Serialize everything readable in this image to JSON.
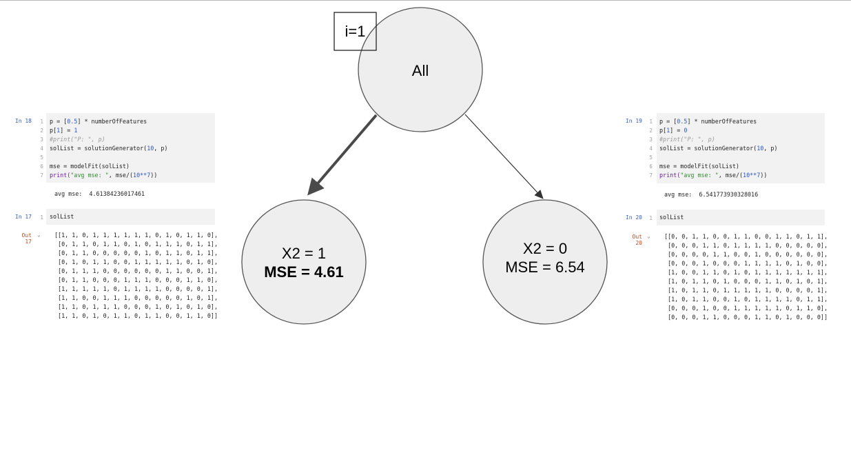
{
  "diagram": {
    "iteration_label": "i=1",
    "root": {
      "label": "All"
    },
    "left_child": {
      "line1": "X2 = 1",
      "line2": "MSE = 4.61"
    },
    "right_child": {
      "line1": "X2 = 0",
      "line2": "MSE = 6.54"
    }
  },
  "left_notebook": {
    "cell1": {
      "prompt": "In 18",
      "line_numbers": [
        "1",
        "2",
        "3",
        "4",
        "5",
        "6",
        "7"
      ],
      "output": "avg mse:  4.61384236017461"
    },
    "cell2": {
      "prompt": "In 17",
      "line_number": "1",
      "code": "solList"
    },
    "out": {
      "prompt": "Out 17",
      "rows": [
        "[[1, 1, 0, 1, 1, 1, 1, 1, 1, 0, 1, 0, 1, 1, 0],",
        " [0, 1, 1, 0, 1, 1, 0, 1, 0, 1, 1, 1, 0, 1, 1],",
        " [0, 1, 1, 0, 0, 0, 0, 0, 1, 0, 1, 1, 0, 1, 1],",
        " [0, 1, 0, 1, 1, 0, 0, 1, 1, 1, 1, 1, 0, 1, 0],",
        " [0, 1, 1, 1, 0, 0, 0, 0, 0, 0, 1, 1, 0, 0, 1],",
        " [0, 1, 1, 0, 0, 0, 1, 1, 1, 0, 0, 0, 1, 1, 0],",
        " [1, 1, 1, 1, 1, 0, 1, 1, 1, 1, 0, 0, 0, 0, 1],",
        " [1, 1, 0, 0, 1, 1, 1, 0, 0, 0, 0, 0, 1, 0, 1],",
        " [1, 1, 0, 1, 1, 1, 0, 0, 0, 1, 0, 1, 0, 1, 0],",
        " [1, 1, 0, 1, 0, 1, 1, 0, 1, 1, 0, 0, 1, 1, 0]]"
      ]
    }
  },
  "right_notebook": {
    "cell1": {
      "prompt": "In 19",
      "line_numbers": [
        "1",
        "2",
        "3",
        "4",
        "5",
        "6",
        "7"
      ],
      "output": "avg mse:  6.541773930328016"
    },
    "cell2": {
      "prompt": "In 20",
      "line_number": "1",
      "code": "solList"
    },
    "out": {
      "prompt": "Out 20",
      "rows": [
        "[[0, 0, 1, 1, 0, 0, 1, 1, 0, 0, 1, 1, 0, 1, 1],",
        " [0, 0, 0, 1, 1, 0, 1, 1, 1, 1, 0, 0, 0, 0, 0],",
        " [0, 0, 0, 0, 1, 1, 0, 0, 1, 0, 0, 0, 0, 0, 0],",
        " [0, 0, 0, 1, 0, 0, 0, 1, 1, 1, 1, 0, 1, 0, 0],",
        " [1, 0, 0, 1, 1, 0, 1, 0, 1, 1, 1, 1, 1, 1, 1],",
        " [1, 0, 1, 1, 0, 1, 0, 0, 0, 1, 1, 0, 1, 0, 1],",
        " [1, 0, 1, 1, 0, 1, 1, 1, 1, 1, 0, 0, 0, 0, 1],",
        " [1, 0, 1, 1, 0, 0, 1, 0, 1, 1, 1, 1, 0, 1, 1],",
        " [0, 0, 0, 1, 0, 0, 1, 1, 1, 1, 1, 0, 1, 1, 0],",
        " [0, 0, 0, 1, 1, 0, 0, 0, 1, 1, 0, 1, 0, 0, 0]]"
      ]
    }
  },
  "code_text": {
    "left": {
      "l1a": "p = [",
      "l1n": "0.5",
      "l1b": "] * numberOfFeatures",
      "l2a": "p[",
      "l2n1": "1",
      "l2b": "] = ",
      "l2n2": "1",
      "l3": "#print(\"P: \", p)",
      "l4a": "solList = solutionGenerator(",
      "l4n": "10",
      "l4b": ", p)",
      "l6": "mse = modelFit(solList)",
      "l7a": "print(",
      "l7s": "\"avg mse: \"",
      "l7b": ", mse/(",
      "l7n": "10**7",
      "l7c": "))"
    },
    "right": {
      "l1a": "p = [",
      "l1n": "0.5",
      "l1b": "] * numberOfFeatures",
      "l2a": "p[",
      "l2n1": "1",
      "l2b": "] = ",
      "l2n2": "0",
      "l3": "#print(\"P: \", p)",
      "l4a": "solList = solutionGenerator(",
      "l4n": "10",
      "l4b": ", p)",
      "l6": "mse = modelFit(solList)",
      "l7a": "print(",
      "l7s": "\"avg mse: \"",
      "l7b": ", mse/(",
      "l7n": "10**7",
      "l7c": "))"
    }
  }
}
